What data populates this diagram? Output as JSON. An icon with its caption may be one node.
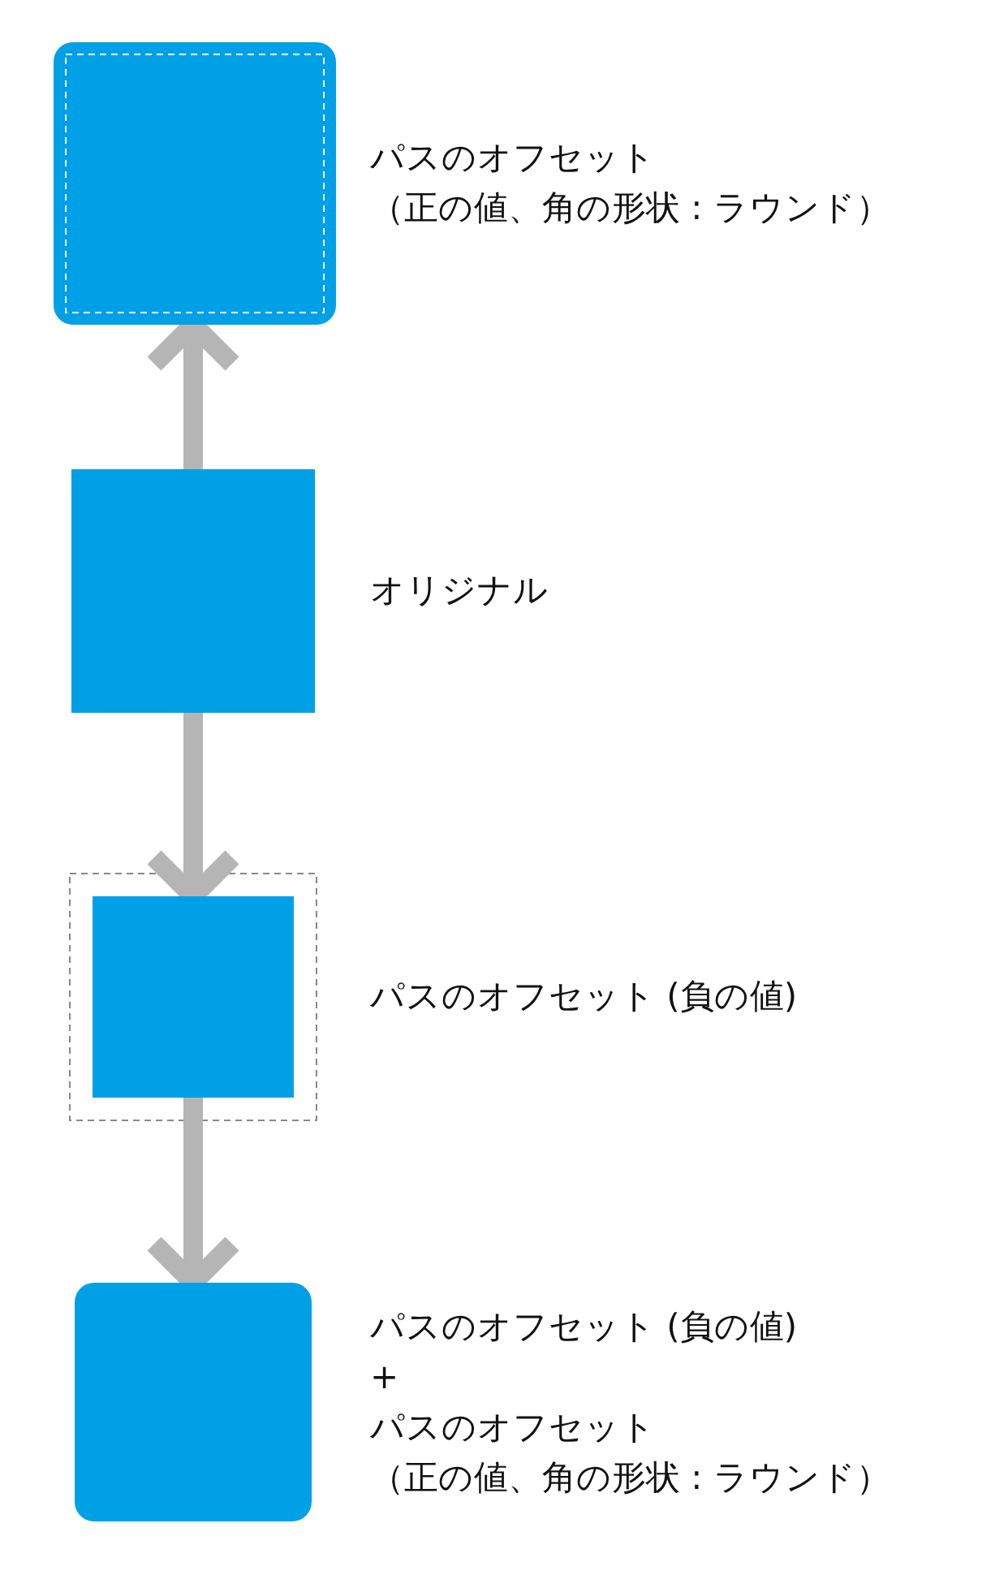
{
  "diagram": {
    "nodes": [
      {
        "text": [],
        "shape": "box",
        "beside": [
          "パスのオフセット",
          "（正の値、角の形状 : ラウンド）"
        ]
      },
      {
        "text": [],
        "shape": "box",
        "beside": [
          "オリジナル"
        ]
      },
      {
        "text": [],
        "shape": "box",
        "beside": [
          "パスのオフセット (負の値)"
        ]
      },
      {
        "text": [],
        "shape": "box",
        "beside": [
          "パスのオフセット (負の値)",
          "+",
          "パスのオフセット",
          "（正の値、角の形状 : ラウンド）"
        ]
      }
    ],
    "edges": [
      {
        "from": 1,
        "to": 0,
        "arrow": "to"
      },
      {
        "from": 1,
        "to": 2,
        "arrow": "to"
      },
      {
        "from": 2,
        "to": 3,
        "arrow": "to"
      }
    ]
  }
}
